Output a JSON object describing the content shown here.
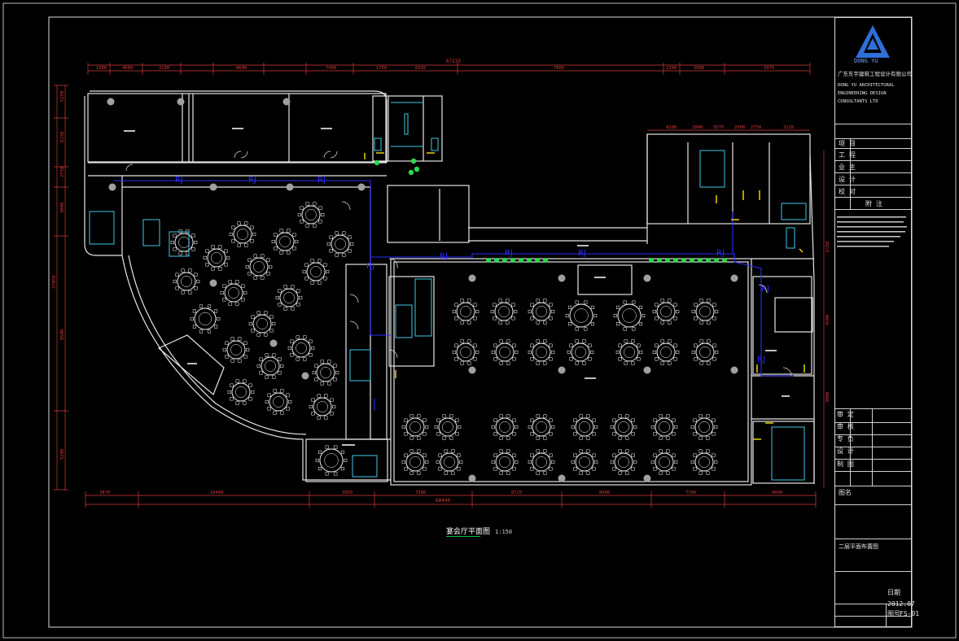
{
  "drawing": {
    "plan_title": "宴会厅平面图",
    "plan_scale": "1:150",
    "dimensions_top": [
      "1900",
      "4600",
      "3100",
      "8600",
      "7400",
      "1750",
      "6995",
      "7800",
      "2100",
      "2900",
      "2975"
    ],
    "dimension_total_top": "67235",
    "dimensions_bottom": [
      "3870",
      "16400",
      "3850",
      "7300",
      "8725",
      "8000",
      "7700",
      "8000"
    ],
    "dimension_total_bottom": "68440",
    "dimensions_left": [
      "5250",
      "6150",
      "2750",
      "3000",
      "8500",
      "5200"
    ],
    "dimensions_left_total": "37050",
    "dimensions_right_upper": [
      "4200",
      "2800",
      "3570",
      "2000",
      "2750",
      "3120"
    ],
    "dimensions_right_side": [
      "6150",
      "4500",
      "3000"
    ],
    "pipe_label": "RJ",
    "colors": {
      "background": "#000000",
      "walls": "#e6e6e6",
      "furniture": "#ffffff",
      "pipe": "#2c2cff",
      "dimension": "#d63a3a",
      "accent_cyan": "#3fc7e8",
      "accent_yellow": "#e6d200",
      "accent_green": "#2fd84b"
    }
  },
  "title_block": {
    "logo_text": "DONG YU",
    "company_cn": "广东东宇建筑工程设计有限公司",
    "company_en_1": "DONG YU ARCHITECTURAL",
    "company_en_2": "ENGINEERING DESIGN",
    "company_en_3": "CONSULTANTS LTD",
    "rows": [
      {
        "label": "项 目",
        "value": ""
      },
      {
        "label": "工 程",
        "value": ""
      },
      {
        "label": "业 主",
        "value": ""
      },
      {
        "label": "设 计",
        "value": ""
      },
      {
        "label": "校 对",
        "value": ""
      }
    ],
    "notes_title": "附 注",
    "signatures": [
      {
        "role": "审 定",
        "name": "",
        "sign": ""
      },
      {
        "role": "审 核",
        "name": "",
        "sign": ""
      },
      {
        "role": "专 负",
        "name": "",
        "sign": ""
      },
      {
        "role": "设 计",
        "name": "",
        "sign": ""
      },
      {
        "role": "制 图",
        "name": "",
        "sign": ""
      }
    ],
    "drawing_name_label": "图名",
    "drawing_name": "二层平面布置图",
    "date_label": "日期",
    "date_value": "2012.07",
    "number_label": "图号",
    "number_value": "FS-01"
  }
}
